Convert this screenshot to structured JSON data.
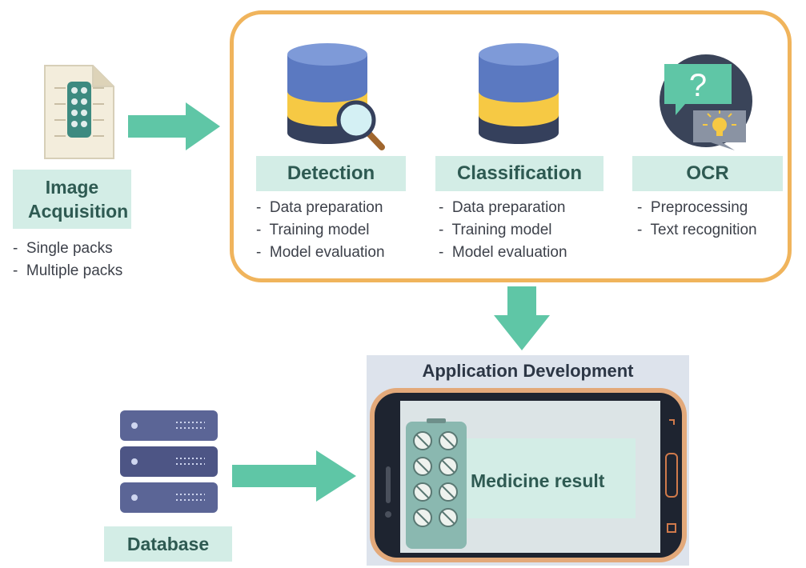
{
  "acquisition": {
    "title": "Image Acquisition",
    "items": [
      "Single packs",
      "Multiple packs"
    ]
  },
  "modules": [
    {
      "title": "Detection",
      "icon": "database-magnifier-icon",
      "items": [
        "Data preparation",
        "Training model",
        "Model evaluation"
      ]
    },
    {
      "title": "Classification",
      "icon": "database-icon",
      "items": [
        "Data preparation",
        "Training model",
        "Model evaluation"
      ]
    },
    {
      "title": "OCR",
      "icon": "question-lightbulb-icon",
      "items": [
        "Preprocessing",
        "Text recognition"
      ]
    }
  ],
  "application": {
    "title": "Application Development",
    "result": "Medicine result"
  },
  "database": {
    "label": "Database"
  },
  "colors": {
    "accent": "#5fc6a6",
    "label_bg": "#d3ede6",
    "panel_border": "#f0b45c",
    "phone_body": "#e3a97a",
    "db_blue": "#5b79c1",
    "db_yellow": "#f6c944",
    "db_navy": "#35405c"
  }
}
